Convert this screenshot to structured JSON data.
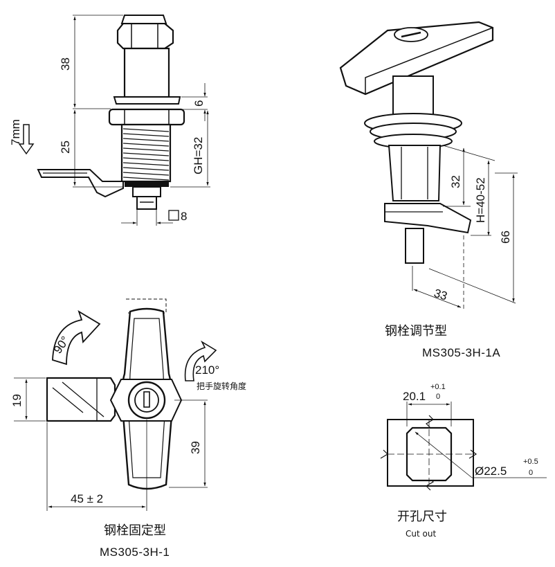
{
  "side_view": {
    "dims": {
      "h38": "38",
      "h25": "25",
      "h6": "6",
      "gh": "GH=32",
      "sq8": "8",
      "cam_offset": "7mm"
    }
  },
  "adjustable_view": {
    "dims": {
      "d32": "32",
      "h_range": "H=40-52",
      "d66": "66",
      "d33": "33"
    },
    "caption_cn": "钢栓调节型",
    "caption_model": "MS305-3H-1A"
  },
  "front_view": {
    "dims": {
      "d19": "19",
      "d39": "39",
      "d45": "45 ± 2"
    },
    "rotation_90": "90°",
    "rotation_210": "210°",
    "rotation_label": "把手旋转角度",
    "caption_cn": "钢栓固定型",
    "caption_model": "MS305-3H-1"
  },
  "cutout": {
    "width_value": "20.1",
    "width_tol_upper": "+0.1",
    "width_tol_lower": "0",
    "dia_value": "Ø22.5",
    "dia_tol_upper": "+0.5",
    "dia_tol_lower": "0",
    "caption_cn": "开孔尺寸",
    "caption_en": "Cut out"
  }
}
